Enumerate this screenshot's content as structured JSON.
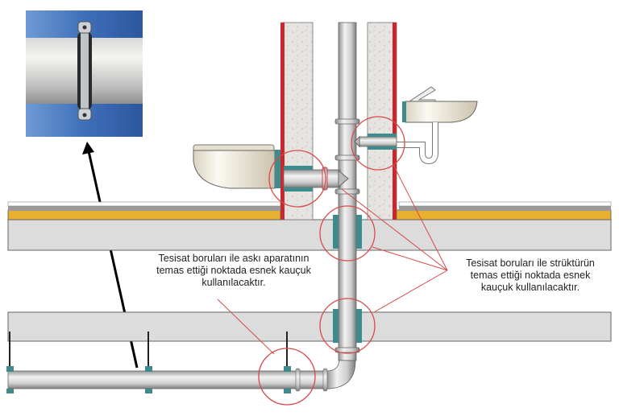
{
  "diagram": {
    "title": "Plumbing pipe isolation detail",
    "callouts": {
      "hanger": {
        "lines": [
          "Tesisat boruları ile askı aparatının",
          "temas ettiği noktada esnek kauçuk",
          "kullanılacaktır."
        ]
      },
      "structure": {
        "lines": [
          "Tesisat boruları ile strüktürün",
          "temas ettiği noktada esnek",
          "kauçuk kullanılacaktır."
        ]
      }
    },
    "colors": {
      "wall_finish_red": "#c8282e",
      "rubber_teal": "#3e8a8c",
      "screed_yellow": "#e8b030",
      "slab_gray": "#dcdcdc",
      "pipe_gray": "#c8c8c8",
      "callout_circle": "#d84a4a",
      "inset_blue": "#3f6fb8"
    },
    "inset_photo": {
      "subject": "rubber-lined pipe clamp on pipe"
    }
  }
}
